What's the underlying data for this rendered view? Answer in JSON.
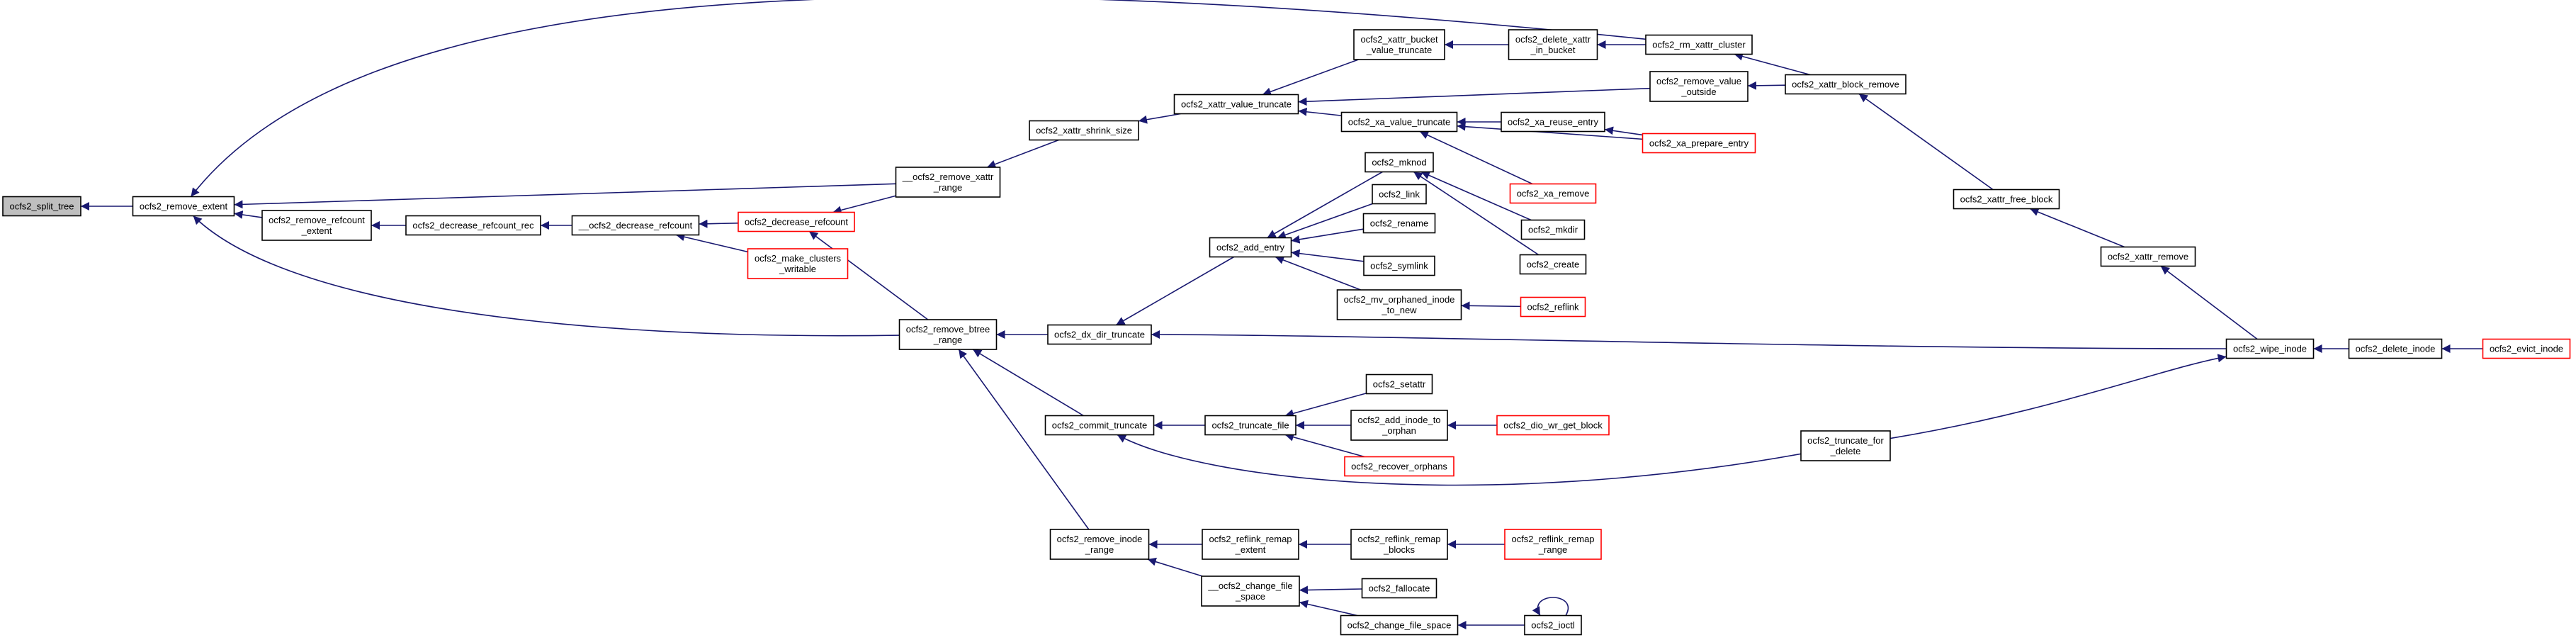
{
  "colors": {
    "edge": "#191970",
    "node_fill": "#ffffff",
    "node_border": "#000000",
    "truncated_border": "#ff0000",
    "focus_fill": "#bfbfbf"
  },
  "graph": {
    "nodes": [
      {
        "id": "n_split_tree",
        "lines": [
          "ocfs2_split_tree"
        ],
        "style": "focus"
      },
      {
        "id": "n_remove_extent",
        "lines": [
          "ocfs2_remove_extent"
        ],
        "style": "normal"
      },
      {
        "id": "n_remove_refcount_extent",
        "lines": [
          "ocfs2_remove_refcount",
          "_extent"
        ],
        "style": "normal"
      },
      {
        "id": "n_decrease_refcount_rec",
        "lines": [
          "ocfs2_decrease_refcount_rec"
        ],
        "style": "normal"
      },
      {
        "id": "n___decrease_refcount",
        "lines": [
          "__ocfs2_decrease_refcount"
        ],
        "style": "normal"
      },
      {
        "id": "n_decrease_refcount",
        "lines": [
          "ocfs2_decrease_refcount"
        ],
        "style": "truncated"
      },
      {
        "id": "n_make_clusters_writable",
        "lines": [
          "ocfs2_make_clusters",
          "_writable"
        ],
        "style": "truncated"
      },
      {
        "id": "n___remove_xattr_range",
        "lines": [
          "__ocfs2_remove_xattr",
          "_range"
        ],
        "style": "normal"
      },
      {
        "id": "n_remove_btree_range",
        "lines": [
          "ocfs2_remove_btree",
          "_range"
        ],
        "style": "normal"
      },
      {
        "id": "n_xattr_shrink_size",
        "lines": [
          "ocfs2_xattr_shrink_size"
        ],
        "style": "normal"
      },
      {
        "id": "n_xattr_value_truncate",
        "lines": [
          "ocfs2_xattr_value_truncate"
        ],
        "style": "normal"
      },
      {
        "id": "n_xattr_bucket_value_truncate",
        "lines": [
          "ocfs2_xattr_bucket",
          "_value_truncate"
        ],
        "style": "normal"
      },
      {
        "id": "n_delete_xattr_in_bucket",
        "lines": [
          "ocfs2_delete_xattr",
          "_in_bucket"
        ],
        "style": "normal"
      },
      {
        "id": "n_rm_xattr_cluster",
        "lines": [
          "ocfs2_rm_xattr_cluster"
        ],
        "style": "normal"
      },
      {
        "id": "n_remove_value_outside",
        "lines": [
          "ocfs2_remove_value",
          "_outside"
        ],
        "style": "normal"
      },
      {
        "id": "n_xattr_block_remove",
        "lines": [
          "ocfs2_xattr_block_remove"
        ],
        "style": "normal"
      },
      {
        "id": "n_xa_value_truncate",
        "lines": [
          "ocfs2_xa_value_truncate"
        ],
        "style": "normal"
      },
      {
        "id": "n_xa_reuse_entry",
        "lines": [
          "ocfs2_xa_reuse_entry"
        ],
        "style": "normal"
      },
      {
        "id": "n_xa_prepare_entry",
        "lines": [
          "ocfs2_xa_prepare_entry"
        ],
        "style": "truncated"
      },
      {
        "id": "n_xa_remove",
        "lines": [
          "ocfs2_xa_remove"
        ],
        "style": "truncated"
      },
      {
        "id": "n_mknod",
        "lines": [
          "ocfs2_mknod"
        ],
        "style": "normal"
      },
      {
        "id": "n_mkdir",
        "lines": [
          "ocfs2_mkdir"
        ],
        "style": "normal"
      },
      {
        "id": "n_create",
        "lines": [
          "ocfs2_create"
        ],
        "style": "normal"
      },
      {
        "id": "n_link",
        "lines": [
          "ocfs2_link"
        ],
        "style": "normal"
      },
      {
        "id": "n_add_entry",
        "lines": [
          "ocfs2_add_entry"
        ],
        "style": "normal"
      },
      {
        "id": "n_rename",
        "lines": [
          "ocfs2_rename"
        ],
        "style": "normal"
      },
      {
        "id": "n_symlink",
        "lines": [
          "ocfs2_symlink"
        ],
        "style": "normal"
      },
      {
        "id": "n_mv_orphaned_inode_to_new",
        "lines": [
          "ocfs2_mv_orphaned_inode",
          "_to_new"
        ],
        "style": "normal"
      },
      {
        "id": "n_reflink",
        "lines": [
          "ocfs2_reflink"
        ],
        "style": "truncated"
      },
      {
        "id": "n_dx_dir_truncate",
        "lines": [
          "ocfs2_dx_dir_truncate"
        ],
        "style": "normal"
      },
      {
        "id": "n_xattr_free_block",
        "lines": [
          "ocfs2_xattr_free_block"
        ],
        "style": "normal"
      },
      {
        "id": "n_xattr_remove",
        "lines": [
          "ocfs2_xattr_remove"
        ],
        "style": "normal"
      },
      {
        "id": "n_wipe_inode",
        "lines": [
          "ocfs2_wipe_inode"
        ],
        "style": "normal"
      },
      {
        "id": "n_delete_inode",
        "lines": [
          "ocfs2_delete_inode"
        ],
        "style": "normal"
      },
      {
        "id": "n_evict_inode",
        "lines": [
          "ocfs2_evict_inode"
        ],
        "style": "truncated"
      },
      {
        "id": "n_setattr",
        "lines": [
          "ocfs2_setattr"
        ],
        "style": "normal"
      },
      {
        "id": "n_truncate_file",
        "lines": [
          "ocfs2_truncate_file"
        ],
        "style": "normal"
      },
      {
        "id": "n_add_inode_to_orphan",
        "lines": [
          "ocfs2_add_inode_to",
          "_orphan"
        ],
        "style": "normal"
      },
      {
        "id": "n_dio_wr_get_block",
        "lines": [
          "ocfs2_dio_wr_get_block"
        ],
        "style": "truncated"
      },
      {
        "id": "n_recover_orphans",
        "lines": [
          "ocfs2_recover_orphans"
        ],
        "style": "truncated"
      },
      {
        "id": "n_commit_truncate",
        "lines": [
          "ocfs2_commit_truncate"
        ],
        "style": "normal"
      },
      {
        "id": "n_truncate_for_delete",
        "lines": [
          "ocfs2_truncate_for",
          "_delete"
        ],
        "style": "normal"
      },
      {
        "id": "n_remove_inode_range",
        "lines": [
          "ocfs2_remove_inode",
          "_range"
        ],
        "style": "normal"
      },
      {
        "id": "n_reflink_remap_extent",
        "lines": [
          "ocfs2_reflink_remap",
          "_extent"
        ],
        "style": "normal"
      },
      {
        "id": "n_reflink_remap_blocks",
        "lines": [
          "ocfs2_reflink_remap",
          "_blocks"
        ],
        "style": "normal"
      },
      {
        "id": "n_reflink_remap_range",
        "lines": [
          "ocfs2_reflink_remap",
          "_range"
        ],
        "style": "truncated"
      },
      {
        "id": "n___change_file_space",
        "lines": [
          "__ocfs2_change_file",
          "_space"
        ],
        "style": "normal"
      },
      {
        "id": "n_fallocate",
        "lines": [
          "ocfs2_fallocate"
        ],
        "style": "normal"
      },
      {
        "id": "n_change_file_space",
        "lines": [
          "ocfs2_change_file_space"
        ],
        "style": "normal"
      },
      {
        "id": "n_ioctl",
        "lines": [
          "ocfs2_ioctl"
        ],
        "style": "normal"
      }
    ],
    "edges": [
      [
        "n_remove_extent",
        "n_split_tree"
      ],
      [
        "n_remove_refcount_extent",
        "n_remove_extent"
      ],
      [
        "n___remove_xattr_range",
        "n_remove_extent"
      ],
      [
        "n_remove_btree_range",
        "n_remove_extent"
      ],
      [
        "n_rm_xattr_cluster",
        "n_remove_extent"
      ],
      [
        "n_decrease_refcount_rec",
        "n_remove_refcount_extent"
      ],
      [
        "n___decrease_refcount",
        "n_decrease_refcount_rec"
      ],
      [
        "n_decrease_refcount",
        "n___decrease_refcount"
      ],
      [
        "n_make_clusters_writable",
        "n___decrease_refcount"
      ],
      [
        "n___remove_xattr_range",
        "n_decrease_refcount"
      ],
      [
        "n_remove_btree_range",
        "n_decrease_refcount"
      ],
      [
        "n_xattr_shrink_size",
        "n___remove_xattr_range"
      ],
      [
        "n_xattr_value_truncate",
        "n_xattr_shrink_size"
      ],
      [
        "n_xattr_bucket_value_truncate",
        "n_xattr_value_truncate"
      ],
      [
        "n_remove_value_outside",
        "n_xattr_value_truncate"
      ],
      [
        "n_xa_value_truncate",
        "n_xattr_value_truncate"
      ],
      [
        "n_delete_xattr_in_bucket",
        "n_xattr_bucket_value_truncate"
      ],
      [
        "n_rm_xattr_cluster",
        "n_delete_xattr_in_bucket"
      ],
      [
        "n_xattr_block_remove",
        "n_rm_xattr_cluster"
      ],
      [
        "n_xattr_block_remove",
        "n_remove_value_outside"
      ],
      [
        "n_xattr_free_block",
        "n_xattr_block_remove"
      ],
      [
        "n_xa_reuse_entry",
        "n_xa_value_truncate"
      ],
      [
        "n_xa_prepare_entry",
        "n_xa_value_truncate"
      ],
      [
        "n_xa_remove",
        "n_xa_value_truncate"
      ],
      [
        "n_xa_prepare_entry",
        "n_xa_reuse_entry"
      ],
      [
        "n_dx_dir_truncate",
        "n_remove_btree_range"
      ],
      [
        "n_commit_truncate",
        "n_remove_btree_range"
      ],
      [
        "n_remove_inode_range",
        "n_remove_btree_range"
      ],
      [
        "n_add_entry",
        "n_dx_dir_truncate"
      ],
      [
        "n_wipe_inode",
        "n_dx_dir_truncate"
      ],
      [
        "n_mknod",
        "n_add_entry"
      ],
      [
        "n_link",
        "n_add_entry"
      ],
      [
        "n_rename",
        "n_add_entry"
      ],
      [
        "n_symlink",
        "n_add_entry"
      ],
      [
        "n_mv_orphaned_inode_to_new",
        "n_add_entry"
      ],
      [
        "n_mkdir",
        "n_mknod"
      ],
      [
        "n_create",
        "n_mknod"
      ],
      [
        "n_reflink",
        "n_mv_orphaned_inode_to_new"
      ],
      [
        "n_xattr_remove",
        "n_xattr_free_block"
      ],
      [
        "n_wipe_inode",
        "n_xattr_remove"
      ],
      [
        "n_delete_inode",
        "n_wipe_inode"
      ],
      [
        "n_evict_inode",
        "n_delete_inode"
      ],
      [
        "n_truncate_for_delete",
        "n_wipe_inode"
      ],
      [
        "n_truncate_file",
        "n_commit_truncate"
      ],
      [
        "n_truncate_for_delete",
        "n_commit_truncate"
      ],
      [
        "n_setattr",
        "n_truncate_file"
      ],
      [
        "n_add_inode_to_orphan",
        "n_truncate_file"
      ],
      [
        "n_recover_orphans",
        "n_truncate_file"
      ],
      [
        "n_dio_wr_get_block",
        "n_add_inode_to_orphan"
      ],
      [
        "n_reflink_remap_extent",
        "n_remove_inode_range"
      ],
      [
        "n___change_file_space",
        "n_remove_inode_range"
      ],
      [
        "n_reflink_remap_blocks",
        "n_reflink_remap_extent"
      ],
      [
        "n_reflink_remap_range",
        "n_reflink_remap_blocks"
      ],
      [
        "n_fallocate",
        "n___change_file_space"
      ],
      [
        "n_change_file_space",
        "n___change_file_space"
      ],
      [
        "n_ioctl",
        "n_change_file_space"
      ],
      [
        "n_ioctl",
        "n_ioctl"
      ]
    ]
  }
}
